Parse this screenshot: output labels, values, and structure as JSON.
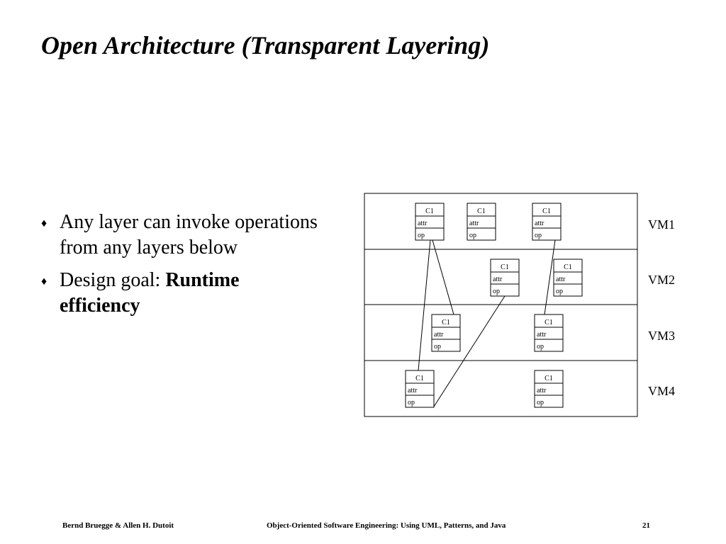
{
  "title": "Open Architecture (Transparent Layering)",
  "bullets": [
    {
      "marker": "♦",
      "text": "Any layer can invoke operations from any layers below",
      "emphasis": ""
    },
    {
      "marker": "♦",
      "text": "Design goal: ",
      "emphasis": "Runtime efficiency"
    }
  ],
  "diagram": {
    "layers": [
      {
        "label": "VM1"
      },
      {
        "label": "VM2"
      },
      {
        "label": "VM3"
      },
      {
        "label": "VM4"
      }
    ],
    "classes": [
      {
        "layer": 0,
        "name": "C1",
        "attr": "attr",
        "op": "op"
      },
      {
        "layer": 0,
        "name": "C1",
        "attr": "attr",
        "op": "op"
      },
      {
        "layer": 0,
        "name": "C1",
        "attr": "attr",
        "op": "op"
      },
      {
        "layer": 1,
        "name": "C1",
        "attr": "attr",
        "op": "op"
      },
      {
        "layer": 1,
        "name": "C1",
        "attr": "attr",
        "op": "op"
      },
      {
        "layer": 2,
        "name": "C1",
        "attr": "attr",
        "op": "op"
      },
      {
        "layer": 2,
        "name": "C1",
        "attr": "attr",
        "op": "op"
      },
      {
        "layer": 3,
        "name": "C1",
        "attr": "attr",
        "op": "op"
      },
      {
        "layer": 3,
        "name": "C1",
        "attr": "attr",
        "op": "op"
      }
    ],
    "associations": [
      {
        "from": 0,
        "to": 7
      },
      {
        "from": 0,
        "to": 5
      },
      {
        "from": 2,
        "to": 6
      },
      {
        "from": 3,
        "to": 7
      }
    ]
  },
  "footer": {
    "left": "Bernd Bruegge & Allen H. Dutoit",
    "center": "Object-Oriented Software Engineering: Using UML, Patterns, and Java",
    "page": "21"
  }
}
